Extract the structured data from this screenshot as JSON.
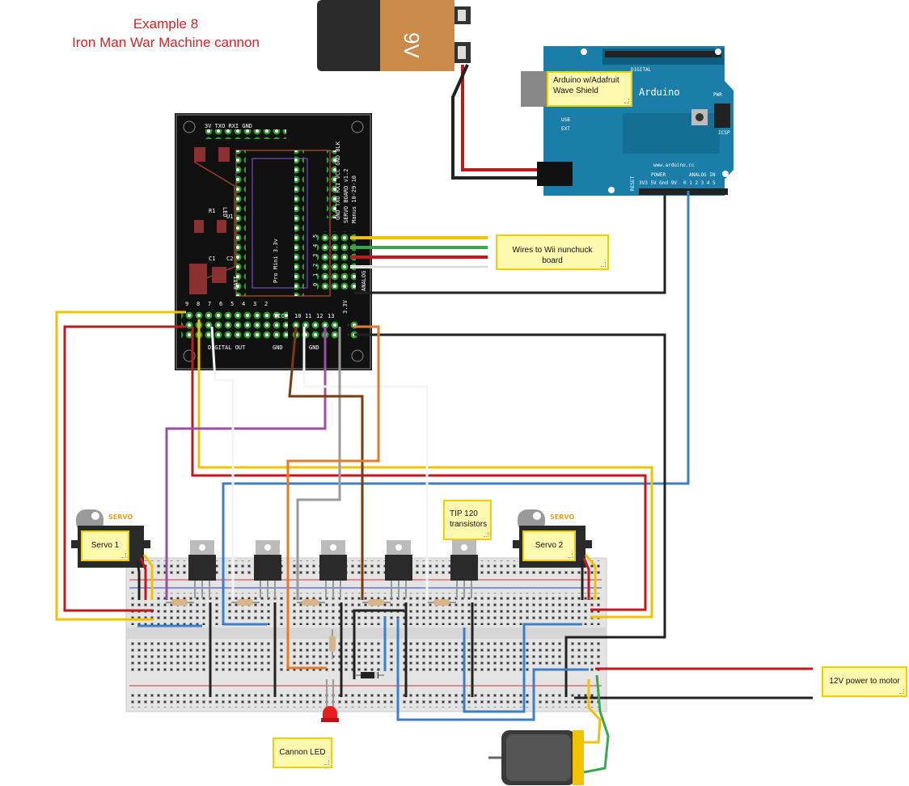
{
  "title": {
    "line1": "Example 8",
    "line2": "Iron Man War Machine cannon",
    "color": "#e02020"
  },
  "battery": {
    "label": "9V"
  },
  "arduino": {
    "logo": "Arduino",
    "url": "www.arduino.cc",
    "header_digital": "DIGITAL",
    "header_power": "POWER",
    "header_analog": "ANALOG IN",
    "power_pins": "3V3 5V Gnd 9V",
    "analog_pins": "0 1 2 3 4 5",
    "pwr_label": "PWR",
    "usb_label": "USB",
    "ext_label": "EXT",
    "icsp_label": "ICSP",
    "reset_label": "RESET",
    "board_color": "#1a7ea8"
  },
  "servo_board": {
    "name": "SERVO BOARD v1.2",
    "author": "Manus 10-29-10",
    "mcu": "Pro Mini 3.3v",
    "top_pins": "3V  TXO RXI    GND",
    "side_pins": "GND TXO RXI VCC GND BLK",
    "digital_out": "DIGITAL OUT",
    "gnd": "GND",
    "vcc": "VCC",
    "analog": "ANALOG",
    "pin_row_left": [
      "9",
      "8",
      "7",
      "6",
      "5",
      "4",
      "3",
      "2"
    ],
    "pin_row_right": [
      "10",
      "11",
      "12",
      "13"
    ],
    "analog_pins": [
      "5",
      "4",
      "3",
      "2",
      "1",
      "0"
    ],
    "v33": "3.3V",
    "c1": "C1",
    "c2": "C2",
    "r1": "R1",
    "u1": "U1",
    "led": "LED",
    "batt": "BATT"
  },
  "notes": {
    "arduino": "Arduino w/Adafruit Wave Shield",
    "wii": "Wires to Wii nunchuck board",
    "tip120": "TIP 120 transistors",
    "servo1": "Servo 1",
    "servo2": "Servo 2",
    "power": "12V power to motor",
    "led": "Cannon LED"
  },
  "servos": {
    "brand": "SERVO"
  },
  "wire_colors": {
    "red": "#c0191c",
    "black": "#222222",
    "yellow": "#f2c200",
    "green": "#3aa84a",
    "white": "#f4f4f4",
    "blue": "#3d7fc6",
    "purple": "#9b4fa8",
    "orange": "#e67a2a",
    "brown": "#7a3a10",
    "gray": "#999999"
  }
}
